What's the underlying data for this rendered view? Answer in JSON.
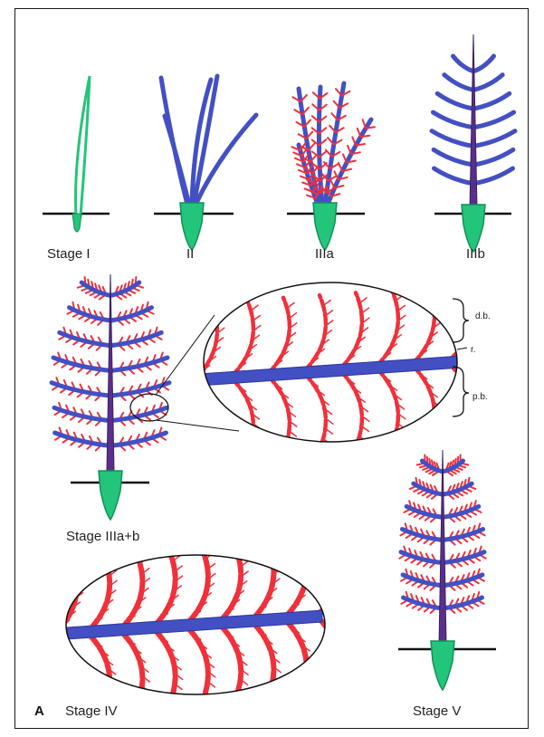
{
  "labels": {
    "stage1": "Stage I",
    "stage2": "II",
    "stage3a": "IIIa",
    "stage3b": "IIIb",
    "stage3ab": "Stage IIIa+b",
    "stage4": "Stage IV",
    "stage5": "Stage V",
    "panel": "A"
  },
  "annotations": {
    "distal_barbs": "d.b.",
    "rachis": "r.",
    "proximal_barbs": "p.b."
  },
  "colors": {
    "green": "#23c57a",
    "green_dark": "#129058",
    "blue": "#4350c4",
    "purple": "#5a2f8c",
    "red": "#f0303a",
    "black": "#111111"
  }
}
